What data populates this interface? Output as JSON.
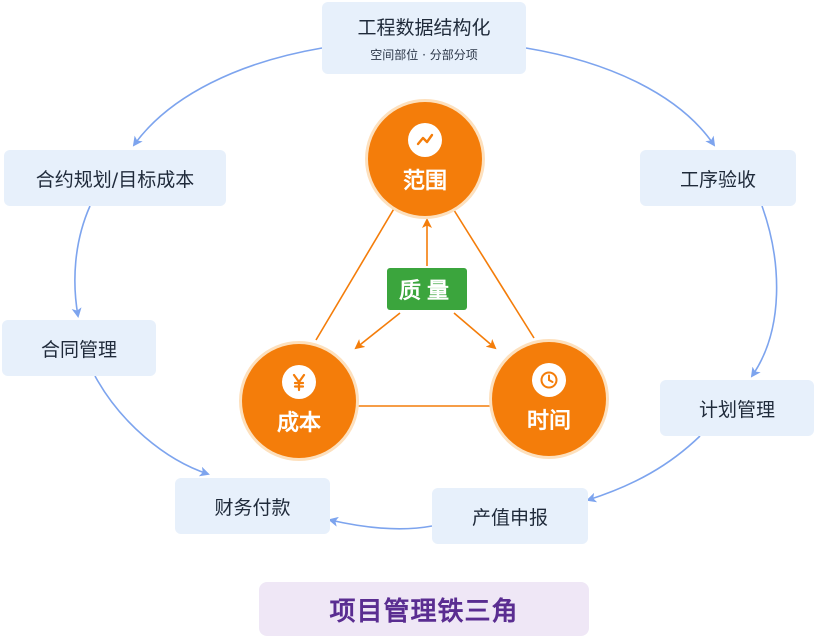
{
  "top": {
    "title": "工程数据结构化",
    "subtitle": "空间部位 · 分部分项"
  },
  "cycle": {
    "contract_planning": "合约规划/目标成本",
    "process_acceptance": "工序验收",
    "contract_management": "合同管理",
    "plan_management": "计划管理",
    "financial_payment": "财务付款",
    "output_declaration": "产值申报"
  },
  "triangle": {
    "scope": "范围",
    "cost": "成本",
    "time": "时间",
    "quality": "质量"
  },
  "icons": {
    "scope": "trend-chart-icon",
    "cost": "yen-icon",
    "time": "clock-icon"
  },
  "caption": "项目管理铁三角",
  "colors": {
    "circle": "#f47d0a",
    "quality": "#3ba53d",
    "box": "#e7f0fb",
    "cycle_arrow": "#7da4ee",
    "caption_text": "#5a2d91"
  }
}
